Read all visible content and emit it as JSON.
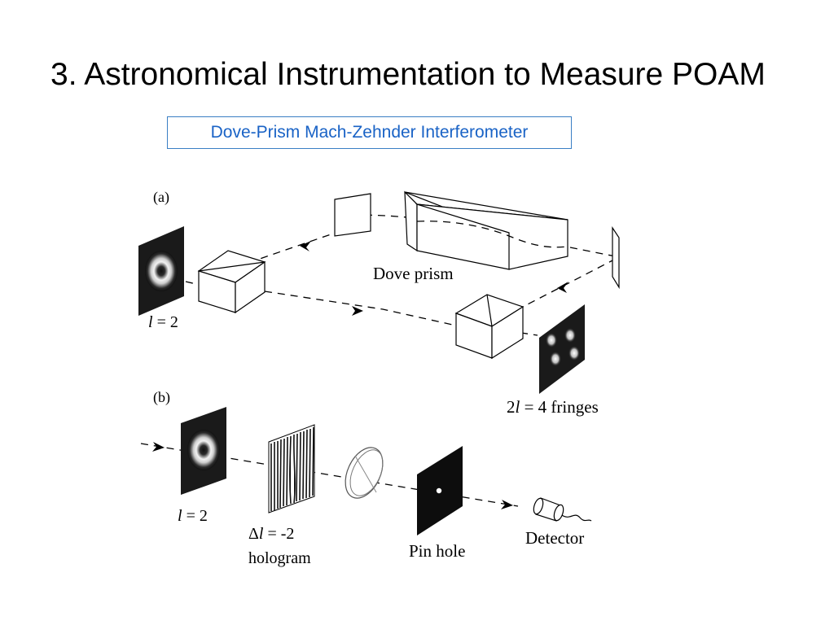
{
  "title": "3. Astronomical Instrumentation to Measure POAM",
  "subtitle": "Dove-Prism Mach-Zehnder Interferometer",
  "panel_a": {
    "label": "(a)",
    "input_mode_italic": "l",
    "input_mode_rest": " = 2",
    "dove_prism": "Dove prism",
    "output_prefix": "2",
    "output_italic": "l",
    "output_rest": " = 4 fringes"
  },
  "panel_b": {
    "label": "(b)",
    "input_mode_italic": "l",
    "input_mode_rest": " = 2",
    "hologram_delta": "Δ",
    "hologram_italic": "l",
    "hologram_rest": " = -2",
    "hologram_word": "hologram",
    "pinhole": "Pin hole",
    "detector": "Detector"
  },
  "colors": {
    "title": "#000000",
    "subtitle_text": "#1a63c6",
    "subtitle_border": "#3a7fc4"
  }
}
